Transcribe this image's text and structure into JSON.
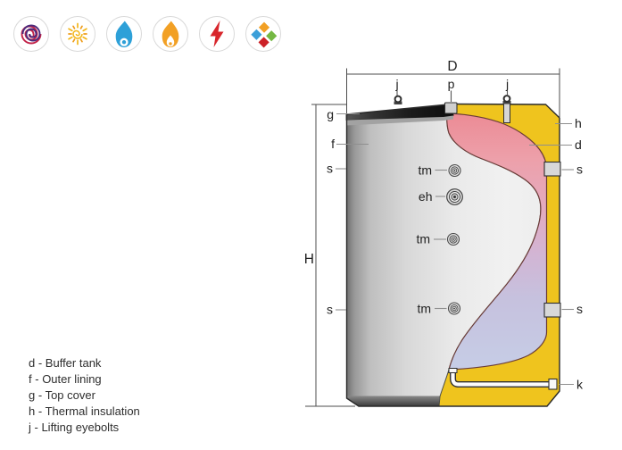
{
  "icons": {
    "items": [
      {
        "name": "spiral",
        "color": "#c22349",
        "color2": "#4b2a7c"
      },
      {
        "name": "sun",
        "color": "#f3b71b",
        "color2": "#ee9d1c"
      },
      {
        "name": "blue-flame",
        "color": "#2da0d8"
      },
      {
        "name": "orange-flame",
        "color": "#f2a024"
      },
      {
        "name": "lightning",
        "color": "#d8262c"
      },
      {
        "name": "diamonds",
        "color": "#f2a024",
        "color2": "#3b9fd9",
        "color3": "#74b843",
        "color4": "#cc2127"
      }
    ]
  },
  "diagram": {
    "dimension_labels": {
      "diameter": "D",
      "height": "H"
    },
    "callouts": {
      "top_cover": "g",
      "outer_lining": "f",
      "socket": "s",
      "lifting_eyebolt": "j",
      "top_port": "p",
      "thermal_insulation": "h",
      "buffer_tank": "d",
      "drain": "k",
      "thermometer": "tm",
      "electric_heater": "eh"
    },
    "colors": {
      "insulation_yellow": "#efc41e",
      "tank_pink": "#ec8b95",
      "interior_blue": "#c6cde6",
      "lining_gray": "#d8d8d8",
      "cover_dark": "#1b1b1b"
    }
  },
  "legend": {
    "separator": " - ",
    "items": [
      {
        "key": "d",
        "desc": "Buffer tank"
      },
      {
        "key": "f",
        "desc": "Outer lining"
      },
      {
        "key": "g",
        "desc": "Top cover"
      },
      {
        "key": "h",
        "desc": "Thermal insulation"
      },
      {
        "key": "j",
        "desc": "Lifting eyebolts"
      }
    ]
  }
}
